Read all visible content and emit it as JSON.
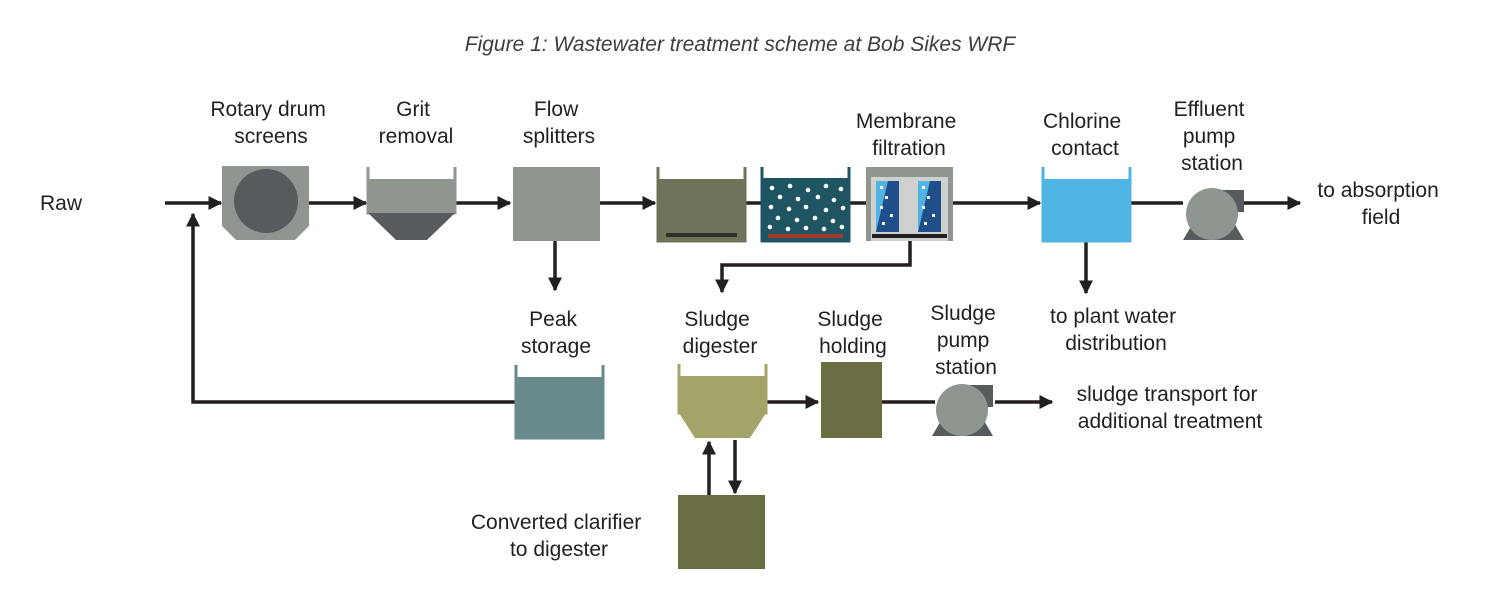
{
  "title": "Figure 1: Wastewater treatment scheme at Bob Sikes WRF",
  "labels": {
    "raw": "Raw",
    "rotary_drum_screens": [
      "Rotary drum",
      "screens"
    ],
    "grit_removal": [
      "Grit",
      "removal"
    ],
    "flow_splitters": [
      "Flow",
      "splitters"
    ],
    "membrane_filtration": [
      "Membrane",
      "filtration"
    ],
    "chlorine_contact": [
      "Chlorine",
      "contact"
    ],
    "effluent_pump_station": [
      "Effluent",
      "pump",
      "station"
    ],
    "to_absorption_field": [
      "to absorption",
      "field"
    ],
    "peak_storage": [
      "Peak",
      "storage"
    ],
    "sludge_digester": [
      "Sludge",
      "digester"
    ],
    "sludge_holding": [
      "Sludge",
      "holding"
    ],
    "sludge_pump_station": [
      "Sludge",
      "pump",
      "station"
    ],
    "to_plant_water_distribution": [
      "to plant water",
      "distribution"
    ],
    "sludge_transport": [
      "sludge transport for",
      "additional treatment"
    ],
    "converted_clarifier": [
      "Converted clarifier",
      "to digester"
    ]
  },
  "colors": {
    "line": "#231f20",
    "gray_equipment": "#8f9690",
    "dark_gray": "#585b5e",
    "tank_olive_dark": "#6e7459",
    "aeration_teal": "#1f5563",
    "chlorine_blue": "#4fb3e3",
    "peak_storage_teal": "#688a8d",
    "digester_olive": "#a4a468",
    "holding_olive": "#6b6d42"
  }
}
